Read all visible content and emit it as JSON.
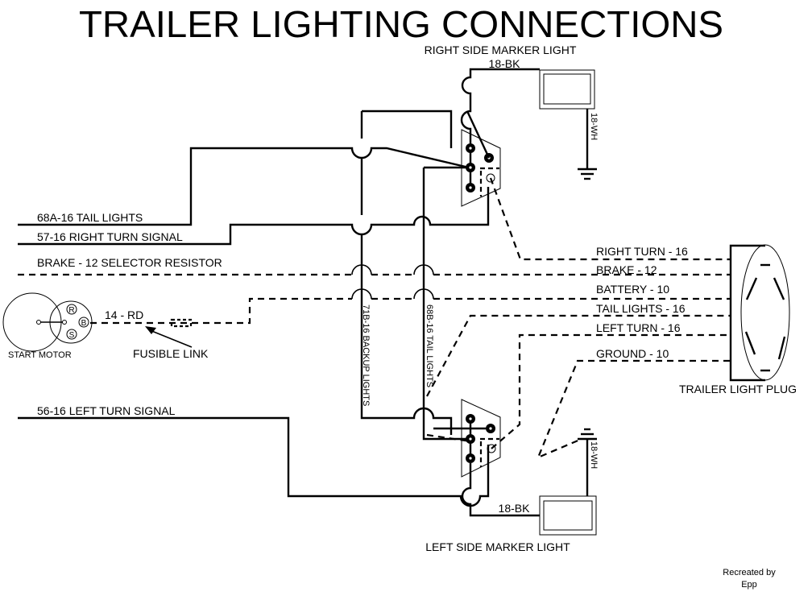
{
  "title": "TRAILER LIGHTING CONNECTIONS",
  "credit": {
    "line1": "Recreated by",
    "line2": "Epp"
  },
  "colors": {
    "line": "#000000",
    "background": "#ffffff"
  },
  "left_wires": {
    "tail_lights": "68A-16 TAIL LIGHTS",
    "right_turn": "57-16 RIGHT TURN SIGNAL",
    "brake": "BRAKE - 12  SELECTOR RESISTOR",
    "left_turn": "56-16 LEFT TURN SIGNAL"
  },
  "start_motor": {
    "label": "START MOTOR",
    "terminals": [
      "R",
      "B",
      "S"
    ],
    "wire": "14 - RD",
    "fusible_link": "FUSIBLE LINK"
  },
  "vertical_wires": {
    "backup": "71B-16 BACKUP LIGHTS",
    "tail": "68B-16 TAIL LIGHTS"
  },
  "right_marker": {
    "label": "RIGHT SIDE MARKER LIGHT",
    "wire_bk": "18-BK",
    "wire_wh": "18-WH"
  },
  "left_marker": {
    "label": "LEFT SIDE MARKER LIGHT",
    "wire_bk": "18-BK",
    "wire_wh": "18-WH"
  },
  "plug": {
    "label": "TRAILER LIGHT PLUG",
    "wires": [
      "RIGHT TURN - 16",
      "BRAKE - 12",
      "BATTERY - 10",
      "TAIL LIGHTS - 16",
      "LEFT TURN - 16",
      "GROUND - 10"
    ]
  }
}
